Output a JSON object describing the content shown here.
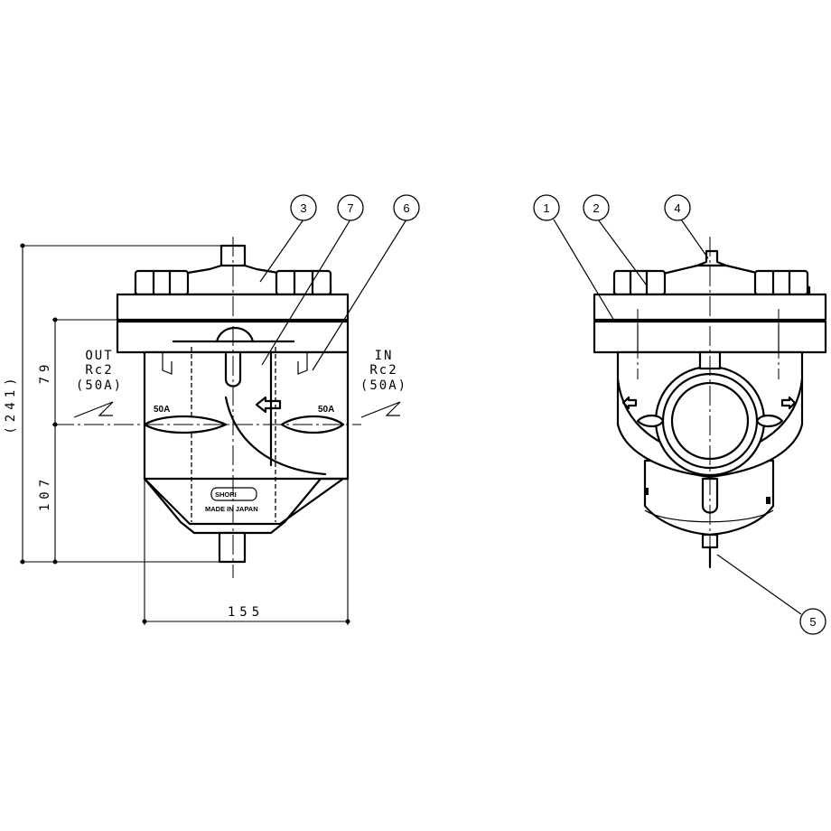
{
  "balloons": [
    "1",
    "2",
    "3",
    "4",
    "5",
    "6",
    "7"
  ],
  "dimensions": {
    "overall_height": "(241)",
    "upper_height": "79",
    "lower_height": "107",
    "width": "155"
  },
  "ports": {
    "outlet": {
      "direction": "OUT",
      "thread": "Rc2",
      "size": "(50A)"
    },
    "inlet": {
      "direction": "IN",
      "thread": "Rc2",
      "size": "(50A)"
    }
  },
  "casting_marks": {
    "left_boss": "50A",
    "right_boss": "50A",
    "logo": "SHORI",
    "origin": "MADE IN JAPAN"
  }
}
